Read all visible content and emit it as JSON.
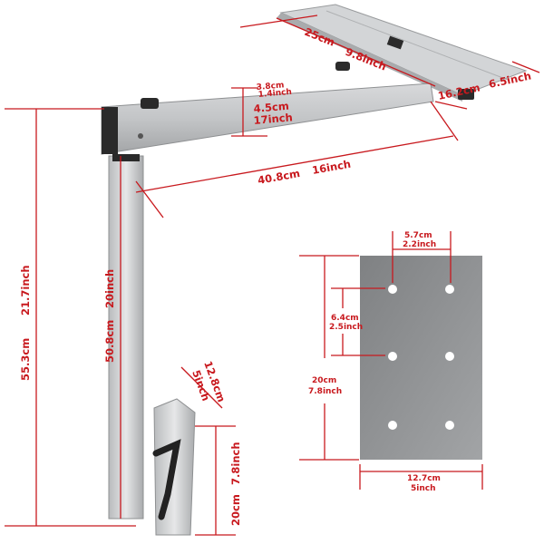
{
  "colors": {
    "dimension_lines": "#c8191e",
    "aluminum": "#c9cbcd",
    "mounting_plate": "#8f9193",
    "handle": "#2a2a2a"
  },
  "tabletop": {
    "length_cm": "25cm",
    "length_in": "9.8inch",
    "width_cm": "16.2cm",
    "width_in": "6.5inch"
  },
  "arm": {
    "tube_small_cm": "3.8cm",
    "tube_small_in": "1.4inch",
    "tube_large_cm": "4.5cm",
    "tube_large_in": "17inch",
    "length_cm": "40.8cm",
    "length_in": "16inch"
  },
  "post": {
    "total_height_cm": "55.3cm",
    "total_height_in": "21.7inch",
    "leg_height_cm": "50.8cm",
    "leg_height_in": "20inch",
    "bracket_width_cm": "12.8cm",
    "bracket_width_in": "5inch",
    "bracket_height_cm": "20cm",
    "bracket_height_in": "7.8inch"
  },
  "plate": {
    "hole_spacing_h_cm": "5.7cm",
    "hole_spacing_h_in": "2.2inch",
    "hole_spacing_v_cm": "6.4cm",
    "hole_spacing_v_in": "2.5inch",
    "height_cm": "20cm",
    "height_in": "7.8inch",
    "width_cm": "12.7cm",
    "width_in": "5inch"
  }
}
